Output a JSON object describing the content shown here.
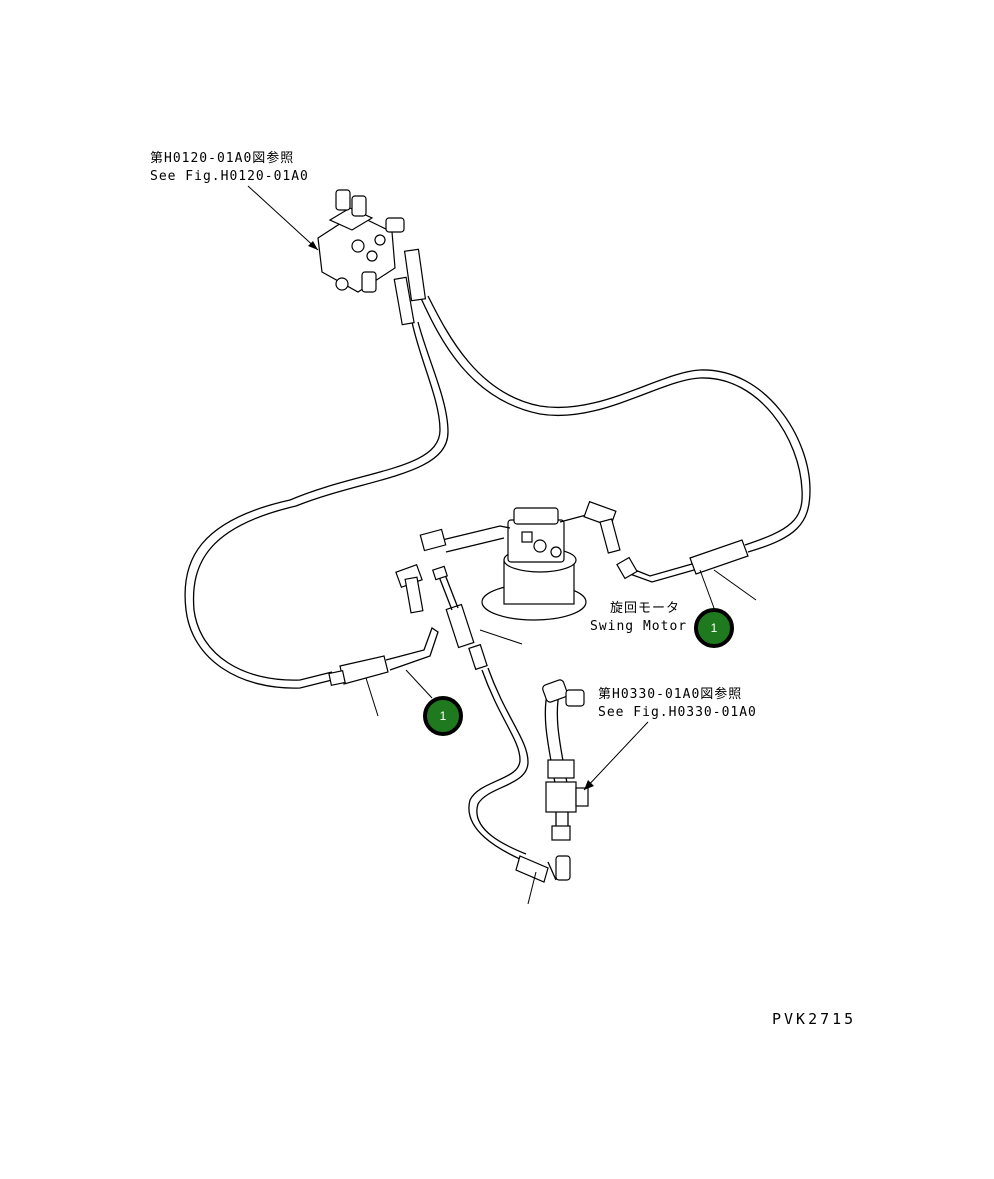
{
  "callouts": {
    "control_valve": {
      "jp": "第H0120-01A0図参照",
      "en": "See Fig.H0120-01A0"
    },
    "swing_motor": {
      "jp": "旋回モータ",
      "en": "Swing Motor"
    },
    "bracket": {
      "jp": "第H0330-01A0図参照",
      "en": "See Fig.H0330-01A0"
    }
  },
  "item_badges": [
    {
      "number": "1"
    },
    {
      "number": "1"
    }
  ],
  "drawing_code": "PVK2715",
  "colors": {
    "badge_fill": "#1f7a1f",
    "line": "#000000",
    "background": "#ffffff"
  }
}
